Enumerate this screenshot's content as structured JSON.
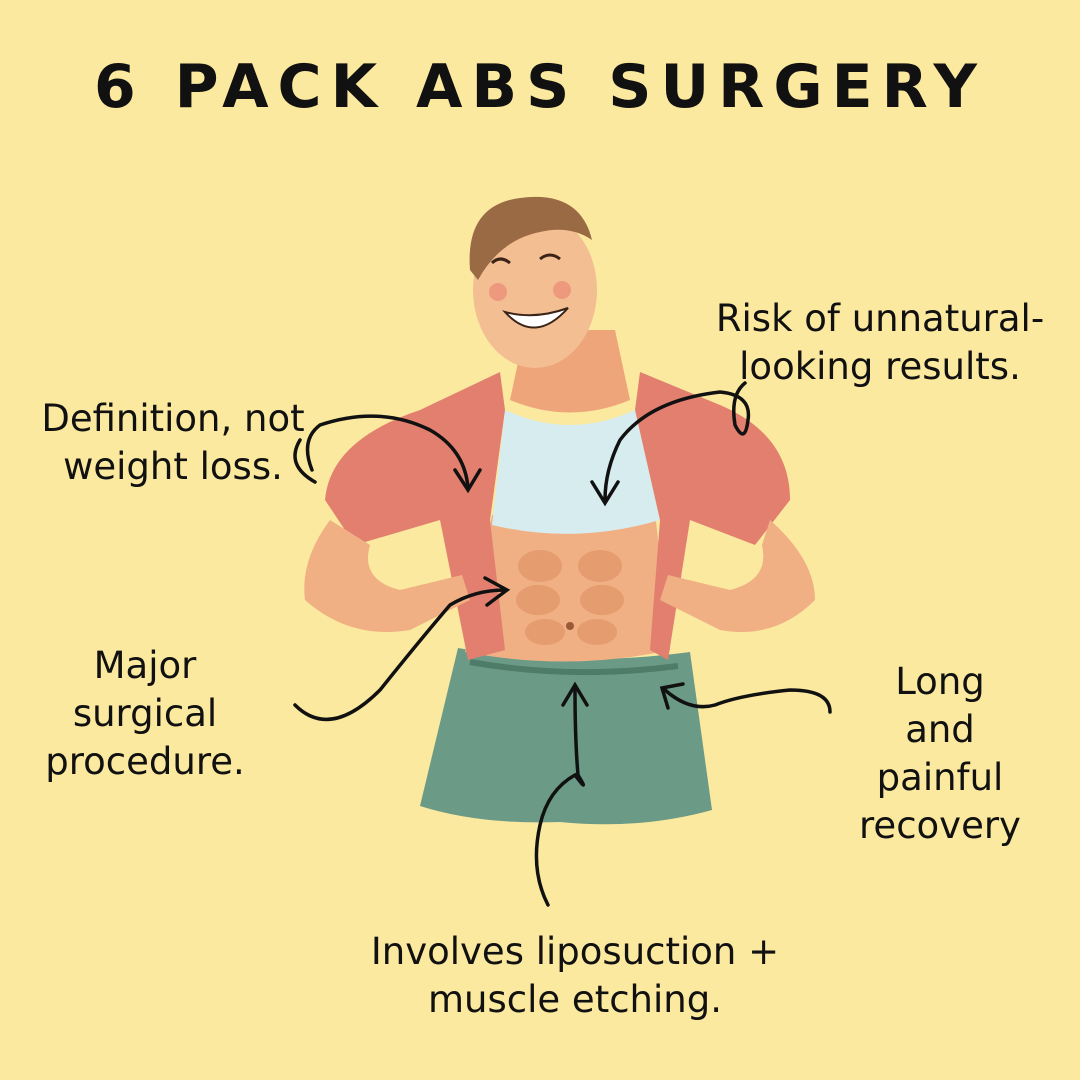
{
  "title": "6 PACK ABS SURGERY",
  "colors": {
    "background": "#fbe99f",
    "text": "#111111",
    "shirt": "#e27f6e",
    "tank": "#d6ecef",
    "shorts": "#6b9a86",
    "skin": "#f0b083",
    "hair": "#9a6a44"
  },
  "annotations": {
    "definition": [
      "Definition, not",
      "weight loss."
    ],
    "risk": [
      "Risk of unnatural-",
      "looking results."
    ],
    "major": [
      "Major",
      "surgical",
      "procedure."
    ],
    "long": [
      "Long",
      "and",
      "painful",
      "recovery"
    ],
    "lipo": [
      "Involves liposuction +",
      "muscle etching."
    ]
  },
  "illustration": {
    "subject": "smiling man lifting shirt to show abs",
    "icons": [
      "man-illustration",
      "arrow-icon"
    ]
  }
}
